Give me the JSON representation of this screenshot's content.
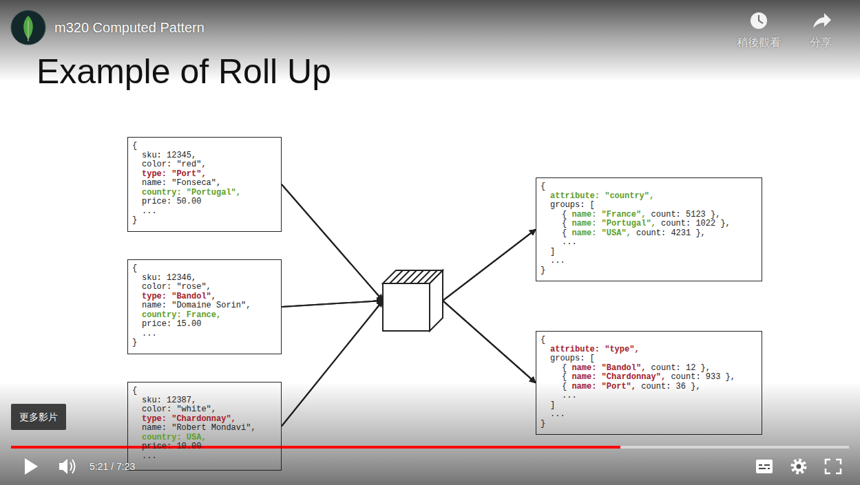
{
  "diagram": {
    "title": "Example of Roll Up",
    "nodes": [
      {
        "text": [
          "{",
          "sku: 12345,",
          "color: \"red\",",
          "type: \"Port\",",
          "name: \"Fonseca\",",
          "country: \"Portugal\",",
          "price: 50.00",
          "...",
          "}"
        ]
      },
      {
        "text": [
          "{",
          "sku: 12346,",
          "color: \"rose\",",
          "type: \"Bandol\",",
          "name: \"Domaine Sorin\",",
          "country: France,",
          "price: 15.00",
          "...",
          "}"
        ]
      },
      {
        "text": [
          "{",
          "sku: 12387,",
          "color: \"white\",",
          "type: \"Chardonnay\",",
          "name: \"Robert Mondavi\",",
          "country: USA,",
          "price: 10.00",
          "..."
        ]
      },
      {
        "text": [
          "{",
          "attribute: \"country\",",
          "groups: [",
          "{",
          "name: \"France\",",
          "count: 5123 },",
          "{",
          "name: \"Portugal\",",
          "count: 1022 },",
          "{",
          "name: \"USA\",",
          "count: 4231 },",
          "...",
          "]",
          "...",
          "}"
        ]
      },
      {
        "text": [
          "{",
          "attribute: \"type\",",
          "groups: [",
          "{",
          "name: \"Bandol\",",
          "count: 12 },",
          "{",
          "name: \"Chardonnay\",",
          "count: 933 },",
          "{",
          "name: \"Port\",",
          "count: 36 },",
          "...",
          "]",
          "...",
          "}"
        ]
      }
    ],
    "edges": [
      {
        "from": 0,
        "to": 3,
        "arrow": "to"
      },
      {
        "from": 0,
        "to": 4,
        "arrow": "to"
      },
      {
        "from": 1,
        "to": 3,
        "arrow": "to"
      },
      {
        "from": 1,
        "to": 4,
        "arrow": "to"
      },
      {
        "from": 2,
        "to": 3,
        "arrow": "to"
      },
      {
        "from": 2,
        "to": 4,
        "arrow": "to"
      }
    ],
    "labels": [
      "m320 Computed Pattern",
      "稍後觀看",
      "分享",
      "更多影片",
      "5:21 / 7:23"
    ]
  }
}
